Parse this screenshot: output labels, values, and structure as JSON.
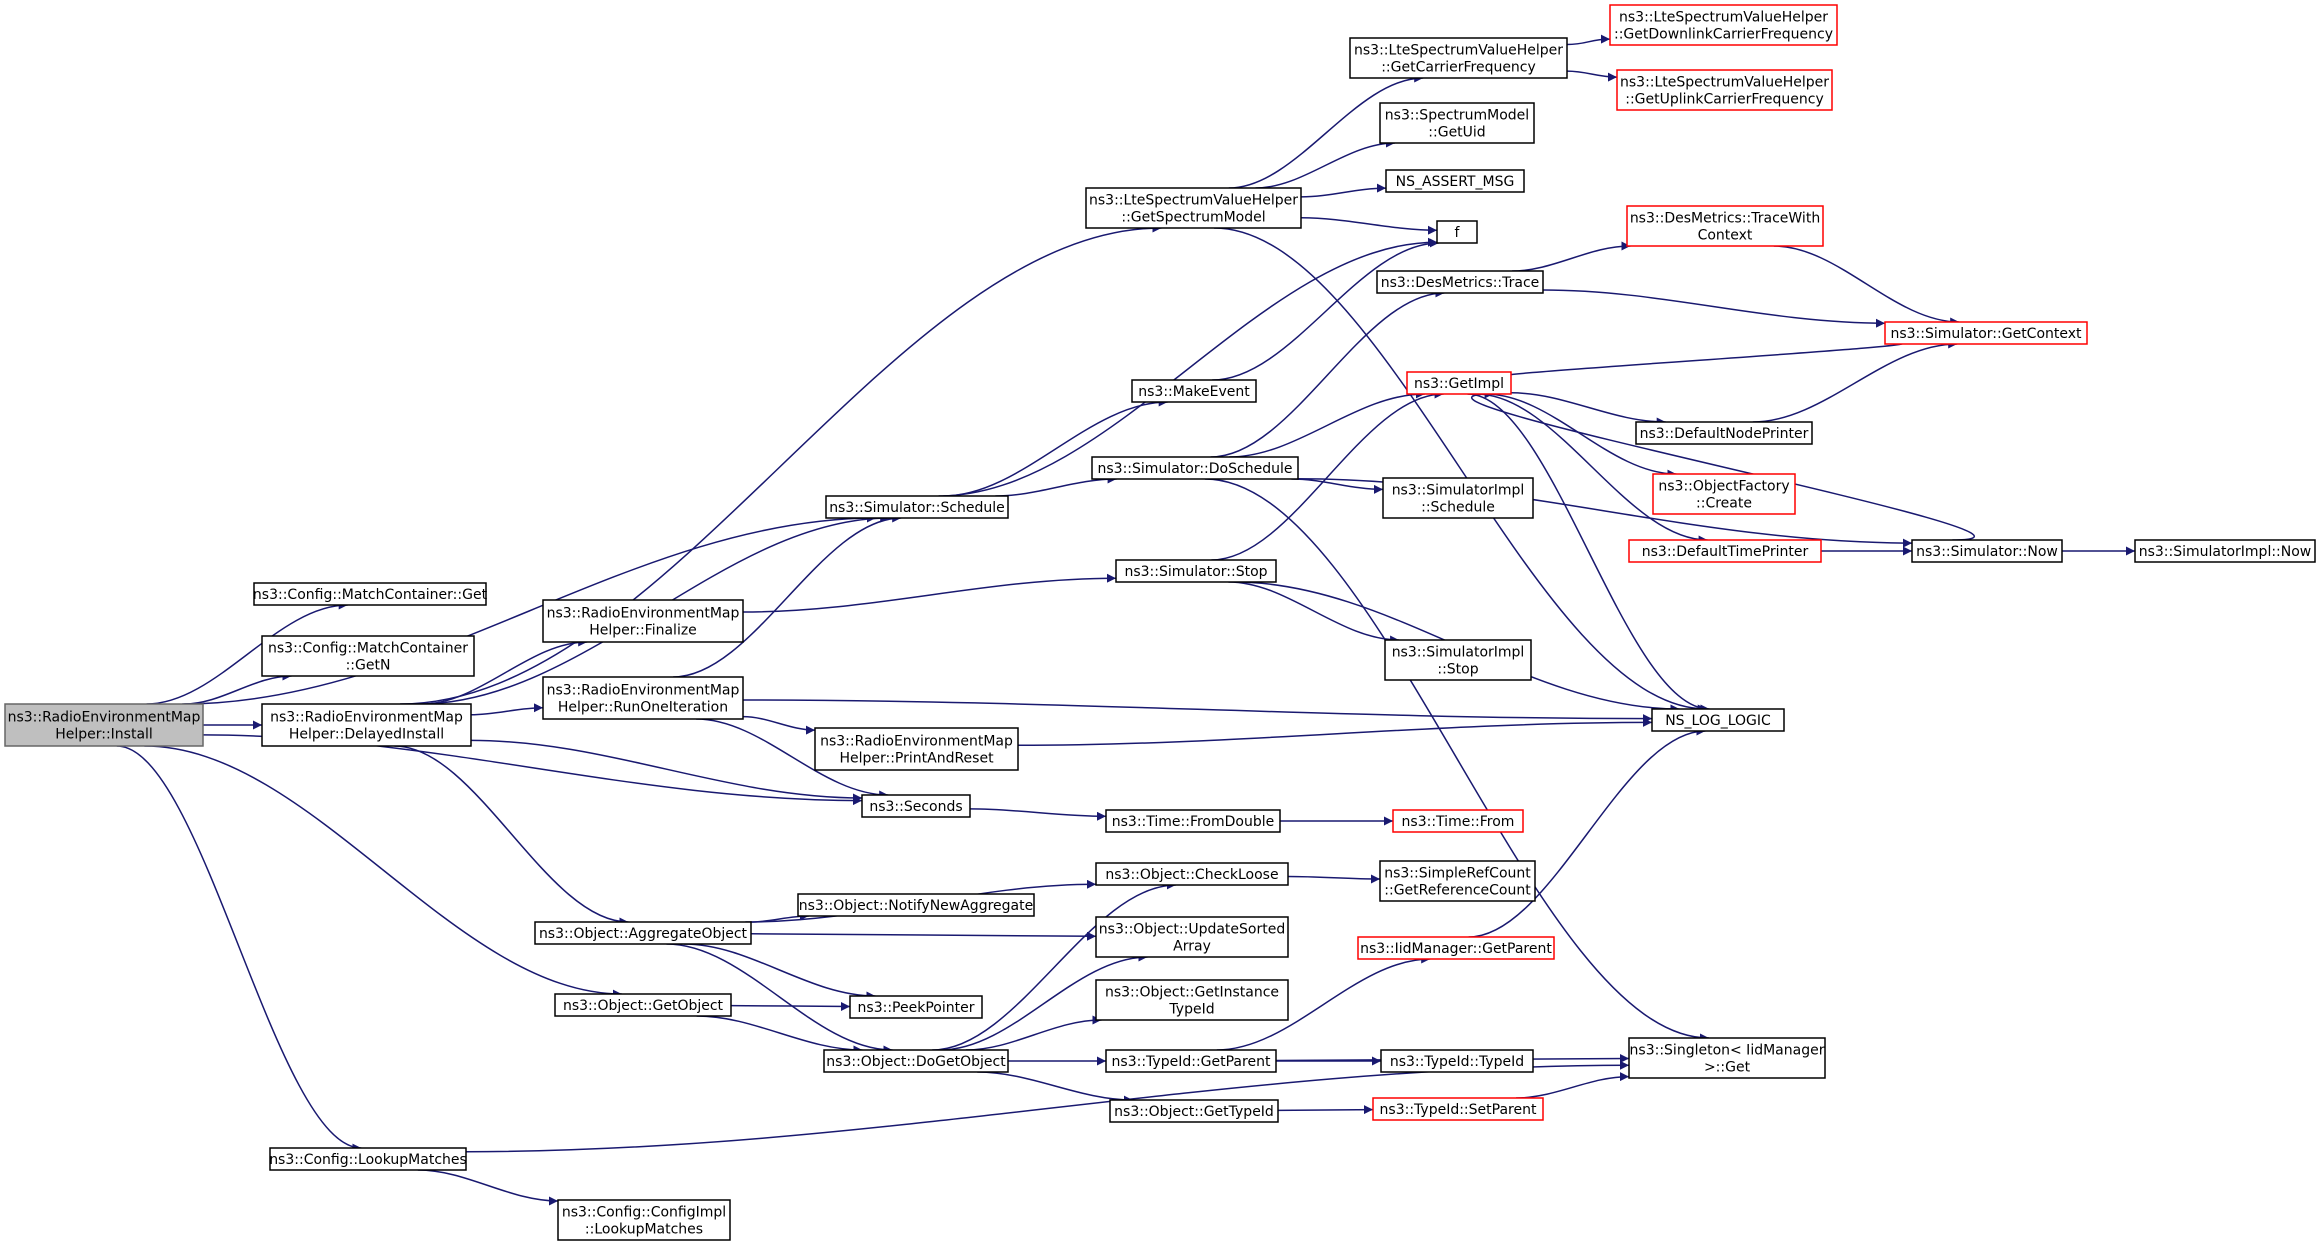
{
  "colors": {
    "edge": "#191970",
    "node_border": "#000000",
    "node_border_incomplete": "#ff0000",
    "root_fill": "#bfbfbf",
    "root_border": "#666666",
    "background": "#ffffff"
  },
  "nodes": [
    {
      "id": "install",
      "lines": [
        "ns3::RadioEnvironmentMap",
        "Helper::Install"
      ],
      "style": "root"
    },
    {
      "id": "match-get",
      "lines": [
        "ns3::Config::MatchContainer::Get"
      ],
      "style": "normal"
    },
    {
      "id": "match-getn",
      "lines": [
        "ns3::Config::MatchContainer",
        "::GetN"
      ],
      "style": "normal"
    },
    {
      "id": "delayed-install",
      "lines": [
        "ns3::RadioEnvironmentMap",
        "Helper::DelayedInstall"
      ],
      "style": "normal"
    },
    {
      "id": "get-object",
      "lines": [
        "ns3::Object::GetObject"
      ],
      "style": "normal"
    },
    {
      "id": "lookup-matches",
      "lines": [
        "ns3::Config::LookupMatches"
      ],
      "style": "normal"
    },
    {
      "id": "schedule",
      "lines": [
        "ns3::Simulator::Schedule"
      ],
      "style": "normal"
    },
    {
      "id": "seconds",
      "lines": [
        "ns3::Seconds"
      ],
      "style": "normal"
    },
    {
      "id": "finalize",
      "lines": [
        "ns3::RadioEnvironmentMap",
        "Helper::Finalize"
      ],
      "style": "normal"
    },
    {
      "id": "run-one-iteration",
      "lines": [
        "ns3::RadioEnvironmentMap",
        "Helper::RunOneIteration"
      ],
      "style": "normal"
    },
    {
      "id": "aggregate-object",
      "lines": [
        "ns3::Object::AggregateObject"
      ],
      "style": "normal"
    },
    {
      "id": "lookup-matches-impl",
      "lines": [
        "ns3::Config::ConfigImpl",
        "::LookupMatches"
      ],
      "style": "normal"
    },
    {
      "id": "get-spectrum-model",
      "lines": [
        "ns3::LteSpectrumValueHelper",
        "::GetSpectrumModel"
      ],
      "style": "normal"
    },
    {
      "id": "make-event",
      "lines": [
        "ns3::MakeEvent"
      ],
      "style": "normal"
    },
    {
      "id": "do-schedule",
      "lines": [
        "ns3::Simulator::DoSchedule"
      ],
      "style": "normal"
    },
    {
      "id": "stop",
      "lines": [
        "ns3::Simulator::Stop"
      ],
      "style": "normal"
    },
    {
      "id": "print-and-reset",
      "lines": [
        "ns3::RadioEnvironmentMap",
        "Helper::PrintAndReset"
      ],
      "style": "normal"
    },
    {
      "id": "from-double",
      "lines": [
        "ns3::Time::FromDouble"
      ],
      "style": "normal"
    },
    {
      "id": "check-loose",
      "lines": [
        "ns3::Object::CheckLoose"
      ],
      "style": "normal"
    },
    {
      "id": "notify-new-aggregate",
      "lines": [
        "ns3::Object::NotifyNewAggregate"
      ],
      "style": "normal"
    },
    {
      "id": "update-sorted-array",
      "lines": [
        "ns3::Object::UpdateSorted",
        "Array"
      ],
      "style": "normal"
    },
    {
      "id": "peek-pointer",
      "lines": [
        "ns3::PeekPointer"
      ],
      "style": "normal"
    },
    {
      "id": "do-get-object",
      "lines": [
        "ns3::Object::DoGetObject"
      ],
      "style": "normal"
    },
    {
      "id": "get-instance-typeid",
      "lines": [
        "ns3::Object::GetInstance",
        "TypeId"
      ],
      "style": "normal"
    },
    {
      "id": "typeid-get-parent",
      "lines": [
        "ns3::TypeId::GetParent"
      ],
      "style": "normal"
    },
    {
      "id": "object-get-typeid",
      "lines": [
        "ns3::Object::GetTypeId"
      ],
      "style": "normal"
    },
    {
      "id": "get-carrier-frequency",
      "lines": [
        "ns3::LteSpectrumValueHelper",
        "::GetCarrierFrequency"
      ],
      "style": "normal"
    },
    {
      "id": "spectrum-model-getuid",
      "lines": [
        "ns3::SpectrumModel",
        "::GetUid"
      ],
      "style": "normal"
    },
    {
      "id": "ns-assert-msg",
      "lines": [
        "NS_ASSERT_MSG"
      ],
      "style": "normal"
    },
    {
      "id": "f",
      "lines": [
        "f"
      ],
      "style": "normal"
    },
    {
      "id": "des-metrics-trace",
      "lines": [
        "ns3::DesMetrics::Trace"
      ],
      "style": "normal"
    },
    {
      "id": "get-impl",
      "lines": [
        "ns3::GetImpl"
      ],
      "style": "incomplete"
    },
    {
      "id": "simulator-impl-schedule",
      "lines": [
        "ns3::SimulatorImpl",
        "::Schedule"
      ],
      "style": "normal"
    },
    {
      "id": "simulator-impl-stop",
      "lines": [
        "ns3::SimulatorImpl",
        "::Stop"
      ],
      "style": "normal"
    },
    {
      "id": "time-from",
      "lines": [
        "ns3::Time::From"
      ],
      "style": "incomplete"
    },
    {
      "id": "get-reference-count",
      "lines": [
        "ns3::SimpleRefCount",
        "::GetReferenceCount"
      ],
      "style": "normal"
    },
    {
      "id": "iid-manager-get-parent",
      "lines": [
        "ns3::IidManager::GetParent"
      ],
      "style": "incomplete"
    },
    {
      "id": "typeid-typeid",
      "lines": [
        "ns3::TypeId::TypeId"
      ],
      "style": "normal"
    },
    {
      "id": "typeid-set-parent",
      "lines": [
        "ns3::TypeId::SetParent"
      ],
      "style": "incomplete"
    },
    {
      "id": "get-downlink-carrier-frequency",
      "lines": [
        "ns3::LteSpectrumValueHelper",
        "::GetDownlinkCarrierFrequency"
      ],
      "style": "incomplete"
    },
    {
      "id": "get-uplink-carrier-frequency",
      "lines": [
        "ns3::LteSpectrumValueHelper",
        "::GetUplinkCarrierFrequency"
      ],
      "style": "incomplete"
    },
    {
      "id": "trace-with-context",
      "lines": [
        "ns3::DesMetrics::TraceWith",
        "Context"
      ],
      "style": "incomplete"
    },
    {
      "id": "get-context",
      "lines": [
        "ns3::Simulator::GetContext"
      ],
      "style": "incomplete"
    },
    {
      "id": "default-node-printer",
      "lines": [
        "ns3::DefaultNodePrinter"
      ],
      "style": "normal"
    },
    {
      "id": "object-factory-create",
      "lines": [
        "ns3::ObjectFactory",
        "::Create"
      ],
      "style": "incomplete"
    },
    {
      "id": "default-time-printer",
      "lines": [
        "ns3::DefaultTimePrinter"
      ],
      "style": "incomplete"
    },
    {
      "id": "ns-log-logic",
      "lines": [
        "NS_LOG_LOGIC"
      ],
      "style": "normal"
    },
    {
      "id": "singleton-get",
      "lines": [
        "ns3::Singleton< IidManager",
        " >::Get"
      ],
      "style": "normal"
    },
    {
      "id": "simulator-now",
      "lines": [
        "ns3::Simulator::Now"
      ],
      "style": "normal"
    },
    {
      "id": "simulator-impl-now",
      "lines": [
        "ns3::SimulatorImpl::Now"
      ],
      "style": "normal"
    }
  ],
  "edges": [
    [
      "install",
      "schedule"
    ],
    [
      "install",
      "match-get"
    ],
    [
      "install",
      "match-getn"
    ],
    [
      "install",
      "delayed-install"
    ],
    [
      "install",
      "seconds"
    ],
    [
      "install",
      "get-object"
    ],
    [
      "install",
      "lookup-matches"
    ],
    [
      "delayed-install",
      "get-spectrum-model"
    ],
    [
      "delayed-install",
      "schedule"
    ],
    [
      "delayed-install",
      "finalize"
    ],
    [
      "delayed-install",
      "run-one-iteration"
    ],
    [
      "delayed-install",
      "seconds"
    ],
    [
      "delayed-install",
      "aggregate-object"
    ],
    [
      "get-object",
      "peek-pointer"
    ],
    [
      "get-object",
      "do-get-object"
    ],
    [
      "lookup-matches",
      "singleton-get"
    ],
    [
      "lookup-matches",
      "lookup-matches-impl"
    ],
    [
      "schedule",
      "f"
    ],
    [
      "schedule",
      "make-event"
    ],
    [
      "schedule",
      "do-schedule"
    ],
    [
      "finalize",
      "stop"
    ],
    [
      "run-one-iteration",
      "schedule"
    ],
    [
      "run-one-iteration",
      "ns-log-logic"
    ],
    [
      "run-one-iteration",
      "print-and-reset"
    ],
    [
      "run-one-iteration",
      "seconds"
    ],
    [
      "seconds",
      "from-double"
    ],
    [
      "aggregate-object",
      "check-loose"
    ],
    [
      "aggregate-object",
      "notify-new-aggregate"
    ],
    [
      "aggregate-object",
      "update-sorted-array"
    ],
    [
      "aggregate-object",
      "peek-pointer"
    ],
    [
      "aggregate-object",
      "do-get-object"
    ],
    [
      "get-spectrum-model",
      "get-carrier-frequency"
    ],
    [
      "get-spectrum-model",
      "spectrum-model-getuid"
    ],
    [
      "get-spectrum-model",
      "ns-assert-msg"
    ],
    [
      "get-spectrum-model",
      "f"
    ],
    [
      "get-spectrum-model",
      "ns-log-logic"
    ],
    [
      "make-event",
      "f"
    ],
    [
      "do-schedule",
      "des-metrics-trace"
    ],
    [
      "do-schedule",
      "simulator-now"
    ],
    [
      "do-schedule",
      "get-impl"
    ],
    [
      "do-schedule",
      "simulator-impl-schedule"
    ],
    [
      "do-schedule",
      "singleton-get"
    ],
    [
      "stop",
      "get-impl"
    ],
    [
      "stop",
      "simulator-impl-stop"
    ],
    [
      "stop",
      "ns-log-logic"
    ],
    [
      "print-and-reset",
      "ns-log-logic"
    ],
    [
      "from-double",
      "time-from"
    ],
    [
      "check-loose",
      "get-reference-count"
    ],
    [
      "do-get-object",
      "check-loose"
    ],
    [
      "do-get-object",
      "update-sorted-array"
    ],
    [
      "do-get-object",
      "get-instance-typeid"
    ],
    [
      "do-get-object",
      "typeid-get-parent"
    ],
    [
      "do-get-object",
      "object-get-typeid"
    ],
    [
      "typeid-get-parent",
      "iid-manager-get-parent"
    ],
    [
      "typeid-get-parent",
      "singleton-get"
    ],
    [
      "typeid-get-parent",
      "typeid-typeid"
    ],
    [
      "object-get-typeid",
      "typeid-set-parent"
    ],
    [
      "get-carrier-frequency",
      "get-downlink-carrier-frequency"
    ],
    [
      "get-carrier-frequency",
      "get-uplink-carrier-frequency"
    ],
    [
      "des-metrics-trace",
      "trace-with-context"
    ],
    [
      "des-metrics-trace",
      "get-context"
    ],
    [
      "get-impl",
      "default-node-printer"
    ],
    [
      "get-impl",
      "object-factory-create"
    ],
    [
      "get-impl",
      "default-time-printer"
    ],
    [
      "get-impl",
      "ns-log-logic"
    ],
    [
      "iid-manager-get-parent",
      "ns-log-logic"
    ],
    [
      "typeid-set-parent",
      "singleton-get"
    ],
    [
      "trace-with-context",
      "get-context"
    ],
    [
      "get-context",
      "get-impl"
    ],
    [
      "default-node-printer",
      "get-context"
    ],
    [
      "default-time-printer",
      "simulator-now"
    ],
    [
      "simulator-now",
      "get-impl"
    ],
    [
      "simulator-now",
      "simulator-impl-now"
    ]
  ]
}
